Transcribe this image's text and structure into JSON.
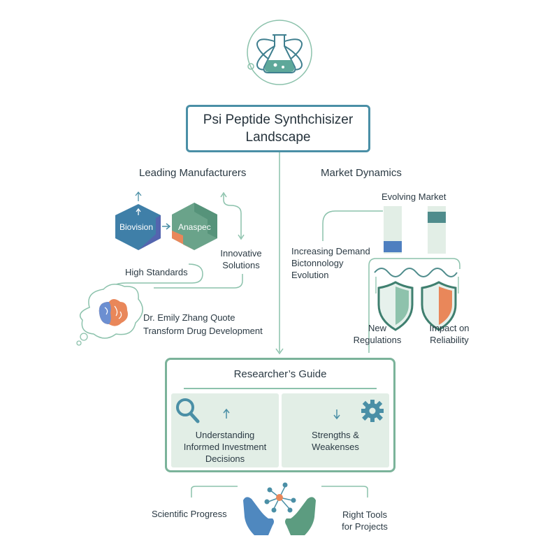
{
  "title": {
    "line1": "Psi Peptide Synthchisizer",
    "line2": "Landscape"
  },
  "left_section": {
    "heading": "Leading Manufacturers",
    "hex1_label": "Biovision",
    "hex2_label": "Anaspec",
    "high_standards": "High Standards",
    "innovative_line1": "Innovative",
    "innovative_line2": "Solutions",
    "quote_line1": "Dr. Emily Zhang Quote",
    "quote_line2": "Transform Drug Development"
  },
  "right_section": {
    "heading": "Market Dynamics",
    "evolving": "Evolving Market",
    "demand_line1": "Increasing Demand",
    "demand_line2": "Bictonnology",
    "demand_line3": "Evolution",
    "new_reg_line1": "New",
    "new_reg_line2": "Regulations",
    "impact_line1": "Impact on",
    "impact_line2": "Reliability"
  },
  "guide": {
    "title": "Researcher’s Guide",
    "left_line1": "Understanding",
    "left_line2": "Informed Investment",
    "left_line3": "Decisions",
    "right_line1": "Strengths &",
    "right_line2": "Weakenses"
  },
  "bottom": {
    "left": "Scientific Progress",
    "right_line1": "Right Tools",
    "right_line2": "for Projects"
  },
  "icons": {
    "top": "flask-atom-icon",
    "brain": "brain-thought-icon",
    "search": "magnifier-icon",
    "gear": "gear-icon",
    "hands": "hands-network-icon",
    "shields": "shield-icon"
  },
  "colors": {
    "teal": "#4a8fa6",
    "green": "#7bb39a",
    "blue_hex": "#3f7fa8",
    "green_hex": "#6aa38a",
    "orange": "#e9875a",
    "light_green": "#e2eee6"
  }
}
